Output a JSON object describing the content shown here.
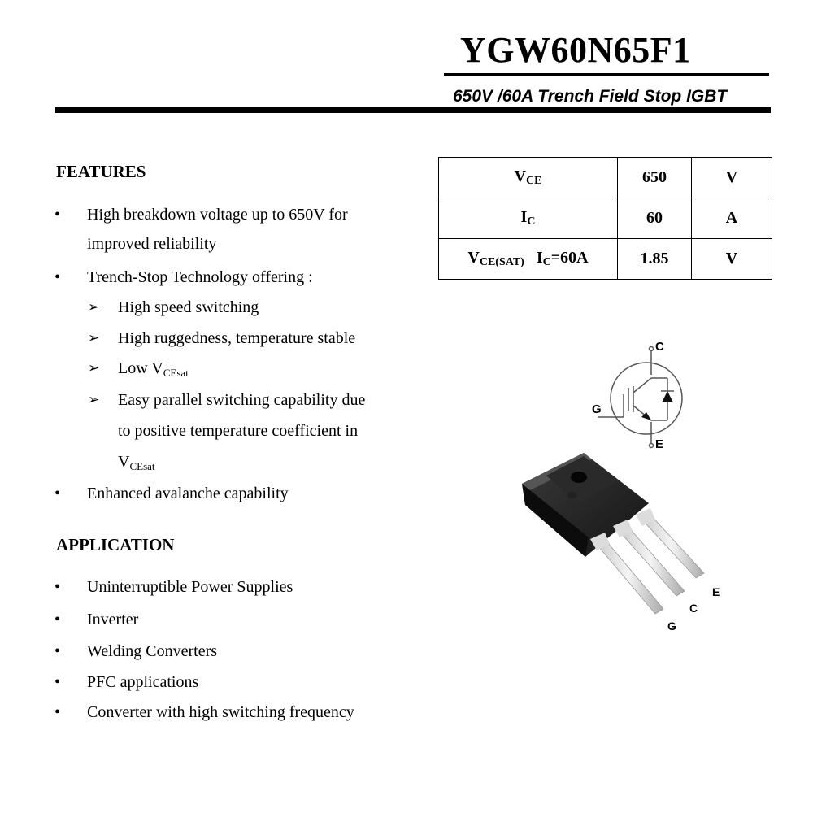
{
  "header": {
    "part_number": "YGW60N65F1",
    "subtitle": "650V /60A Trench Field Stop IGBT"
  },
  "features": {
    "heading": "FEATURES",
    "item1_line1": "High breakdown voltage up to 650V for",
    "item1_line2": "improved reliability",
    "item2": "Trench-Stop Technology offering :",
    "sub1": "High speed switching",
    "sub2": "High ruggedness, temperature stable",
    "sub3_prefix": "Low  V",
    "sub3_subscript": "CEsat",
    "sub4_line1": "Easy parallel switching capability due",
    "sub4_line2": "to positive temperature coefficient in",
    "sub4_line3_prefix": "V",
    "sub4_line3_subscript": "CEsat",
    "item3": "Enhanced avalanche capability"
  },
  "application": {
    "heading": "APPLICATION",
    "items": [
      "Uninterruptible Power Supplies",
      "Inverter",
      "Welding Converters",
      "PFC applications",
      "Converter with high switching frequency"
    ]
  },
  "spec_table": {
    "row1": {
      "param": "V",
      "param_sub": "CE",
      "value": "650",
      "unit": "V"
    },
    "row2": {
      "param": "I",
      "param_sub": "C",
      "value": "60",
      "unit": "A"
    },
    "row3": {
      "param": "V",
      "param_sub": "CE(SAT)",
      "cond": "I",
      "cond_sub": "C",
      "cond_value": "=60A",
      "value": "1.85",
      "unit": "V"
    }
  },
  "symbol": {
    "collector_label": "C",
    "gate_label": "G",
    "emitter_label": "E"
  },
  "package": {
    "pin_e": "E",
    "pin_c": "C",
    "pin_g": "G"
  }
}
